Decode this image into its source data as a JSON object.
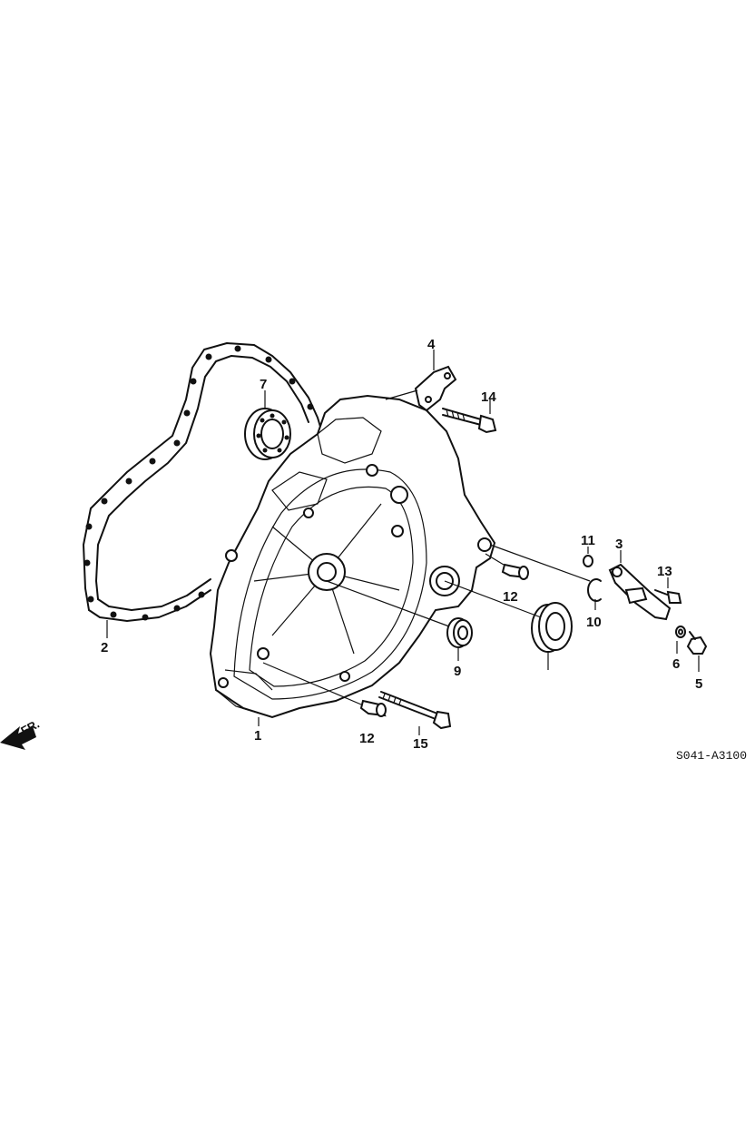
{
  "diagram": {
    "code": "S041-A3100",
    "orientation_label": "FR.",
    "callouts": [
      {
        "id": "1",
        "label": "1"
      },
      {
        "id": "2",
        "label": "2"
      },
      {
        "id": "3",
        "label": "3"
      },
      {
        "id": "4",
        "label": "4"
      },
      {
        "id": "5",
        "label": "5"
      },
      {
        "id": "6",
        "label": "6"
      },
      {
        "id": "7",
        "label": "7"
      },
      {
        "id": "9",
        "label": "9"
      },
      {
        "id": "10",
        "label": "10"
      },
      {
        "id": "11",
        "label": "11"
      },
      {
        "id": "12a",
        "label": "12"
      },
      {
        "id": "12b",
        "label": "12"
      },
      {
        "id": "13",
        "label": "13"
      },
      {
        "id": "14",
        "label": "14"
      },
      {
        "id": "15",
        "label": "15"
      }
    ]
  }
}
